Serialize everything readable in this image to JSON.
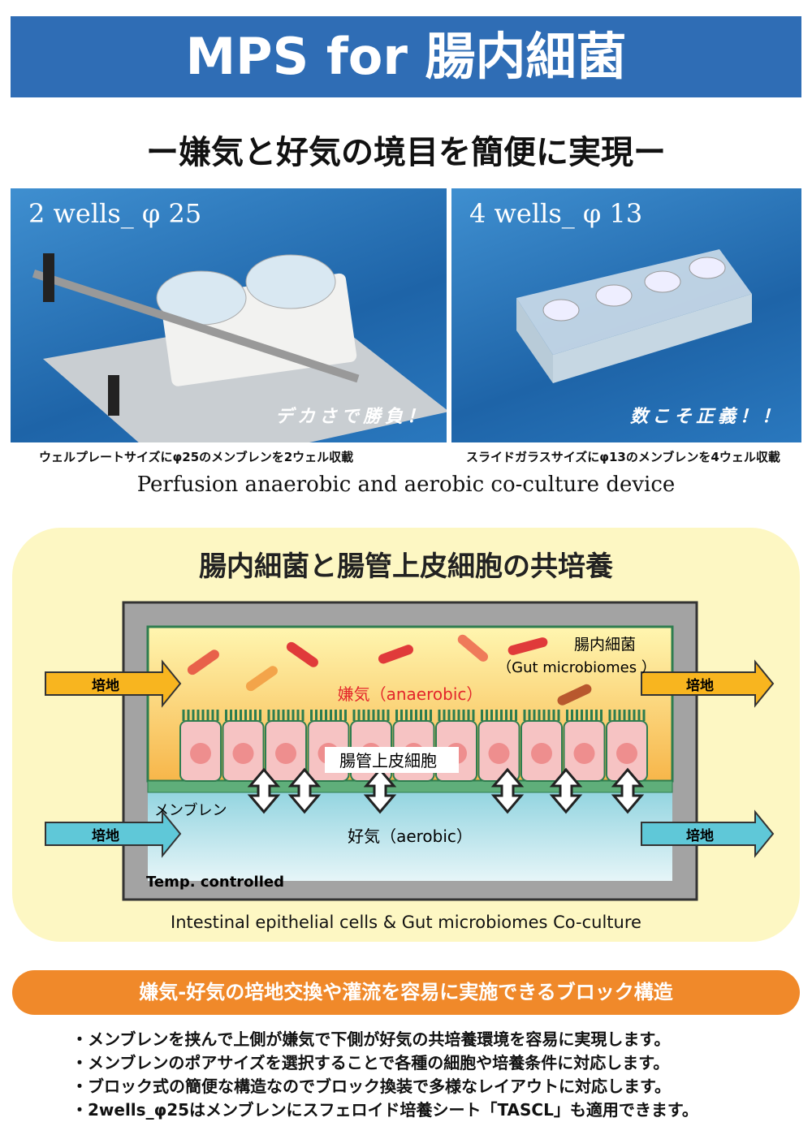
{
  "title": "MPS for 腸内細菌",
  "subtitle": "ー嫌気と好気の境目を簡便に実現ー",
  "photos": [
    {
      "label": "2 wells_ φ 25",
      "tagline": "デカさで勝負！",
      "caption": "ウェルプレートサイズにφ25のメンブレンを2ウェル収載"
    },
    {
      "label": "4 wells_ φ 13",
      "tagline": "数こそ正義！！",
      "caption": "スライドガラスサイズにφ13のメンブレンを4ウェル収載"
    }
  ],
  "english_title": "Perfusion anaerobic and aerobic co-culture device",
  "diagram": {
    "title": "腸内細菌と腸管上皮細胞の共培養",
    "bacteria_label": "腸内細菌",
    "bacteria_label_en": "（Gut microbiomes ）",
    "anaerobic": "嫌気（anaerobic）",
    "epithelial": "腸管上皮細胞",
    "membrane": "メンブレン",
    "aerobic": "好気（aerobic）",
    "temp": "Temp. controlled",
    "medium_in_top": "培地",
    "medium_out_top": "培地",
    "medium_in_bottom": "培地",
    "medium_out_bottom": "培地",
    "caption": "Intestinal epithelial cells & Gut microbiomes Co-culture"
  },
  "banner": "嫌気-好気の培地交換や灌流を容易に実施できるブロック構造",
  "bullets": [
    "・メンブレンを挟んで上側が嫌気で下側が好気の共培養環境を容易に実現します。",
    "・メンブレンのポアサイズを選択することで各種の細胞や培養条件に対応します。",
    "・ブロック式の簡便な構造なのでブロック換装で多様なレイアウトに対応します。",
    "・2wells_φ25はメンブレンにスフェロイド培養シート「TASCL」も適用できます。"
  ],
  "colors": {
    "title_bg": "#2f6db5",
    "panel_bg": "#fdf7c3",
    "banner_bg": "#f0892a"
  }
}
